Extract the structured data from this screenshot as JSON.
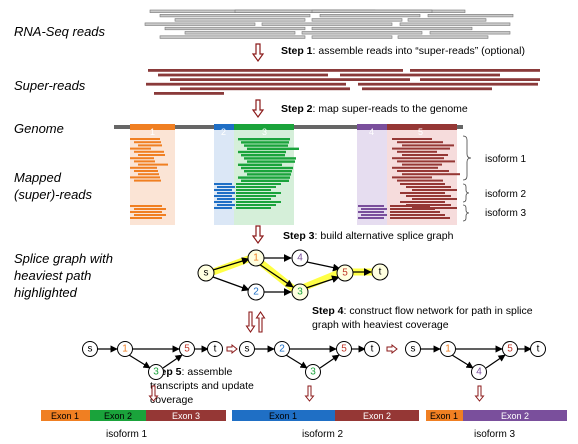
{
  "labels": {
    "rna_seq": "RNA-Seq reads",
    "super_reads": "Super-reads",
    "genome": "Genome",
    "mapped_line1": "Mapped",
    "mapped_line2": "(super)-reads",
    "splice_line1": "Splice graph with",
    "splice_line2": "heaviest path",
    "splice_line3": "highlighted"
  },
  "steps": {
    "s1_bold": "Step 1",
    "s1_text": ": assemble reads into “super-reads” (optional)",
    "s2_bold": "Step 2",
    "s2_text": ": map super-reads to the genome",
    "s3_bold": "Step 3",
    "s3_text": ": build alternative splice graph",
    "s4_bold": "Step 4",
    "s4_text_line1": ": construct flow network for path in splice",
    "s4_text_line2": "graph with heaviest coverage",
    "s5_bold": "Step 5",
    "s5_text_line1": ":  assemble",
    "s5_text_line2": "transcripts and update",
    "s5_text_line3": "coverage"
  },
  "genome_exons": [
    "1",
    "2",
    "3",
    "4",
    "5"
  ],
  "isoform_labels": {
    "iso1": "isoform 1",
    "iso2": "isoform 2",
    "iso3": "isoform 3"
  },
  "graph_nodes": {
    "s": "s",
    "n1": "1",
    "n2": "2",
    "n3": "3",
    "n4": "4",
    "n5": "5",
    "t": "t"
  },
  "transcripts": [
    {
      "name": "isoform 1",
      "exons": [
        "Exon 1",
        "Exon 2",
        "Exon 3"
      ]
    },
    {
      "name": "isoform 2",
      "exons": [
        "Exon 1",
        "Exon 2"
      ]
    },
    {
      "name": "isoform 3",
      "exons": [
        "Exon 1",
        "Exon 2"
      ]
    }
  ],
  "colors": {
    "exon1": "#f07f22",
    "exon2": "#1aa33b",
    "exon3": "#953735",
    "exon4": "#7a4f9c",
    "blue": "#1f6fc5",
    "red": "#c0392b",
    "highlight": "#ffff33",
    "arrow": "#8b1a1a"
  }
}
